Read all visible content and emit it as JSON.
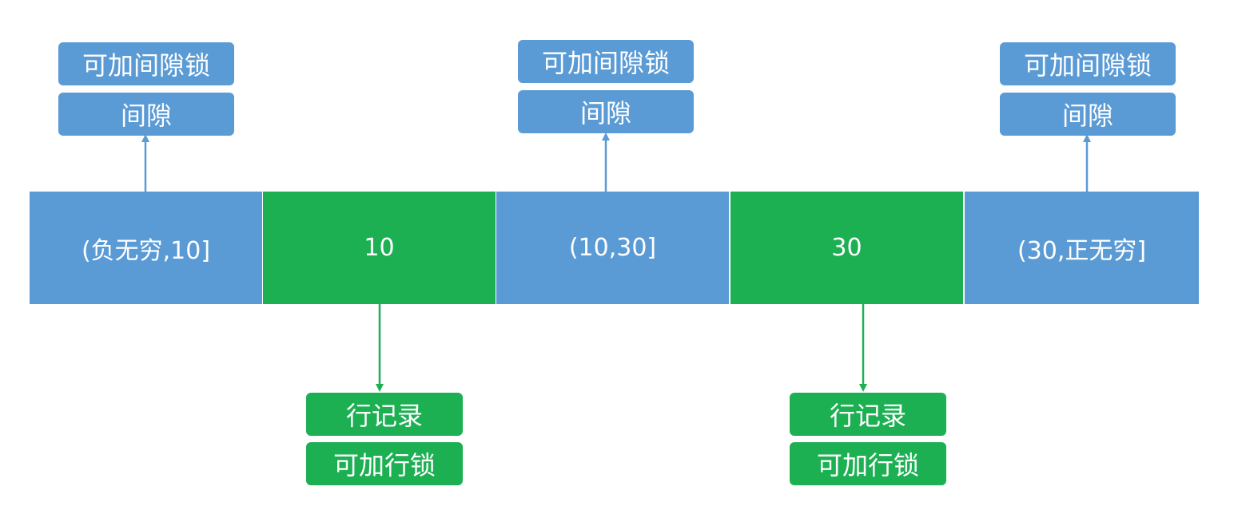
{
  "segments": [
    {
      "label": "(负无穷,10]"
    },
    {
      "label": "10"
    },
    {
      "label": "(10,30]"
    },
    {
      "label": "30"
    },
    {
      "label": "(30,正无穷]"
    }
  ],
  "gap_labels": [
    {
      "top": "可加间隙锁",
      "bottom": "间隙"
    },
    {
      "top": "可加间隙锁",
      "bottom": "间隙"
    },
    {
      "top": "可加间隙锁",
      "bottom": "间隙"
    }
  ],
  "record_labels": [
    {
      "top": "行记录",
      "bottom": "可加行锁"
    },
    {
      "top": "行记录",
      "bottom": "可加行锁"
    }
  ],
  "colors": {
    "gap": "#5b9bd5",
    "record": "#1db053"
  }
}
